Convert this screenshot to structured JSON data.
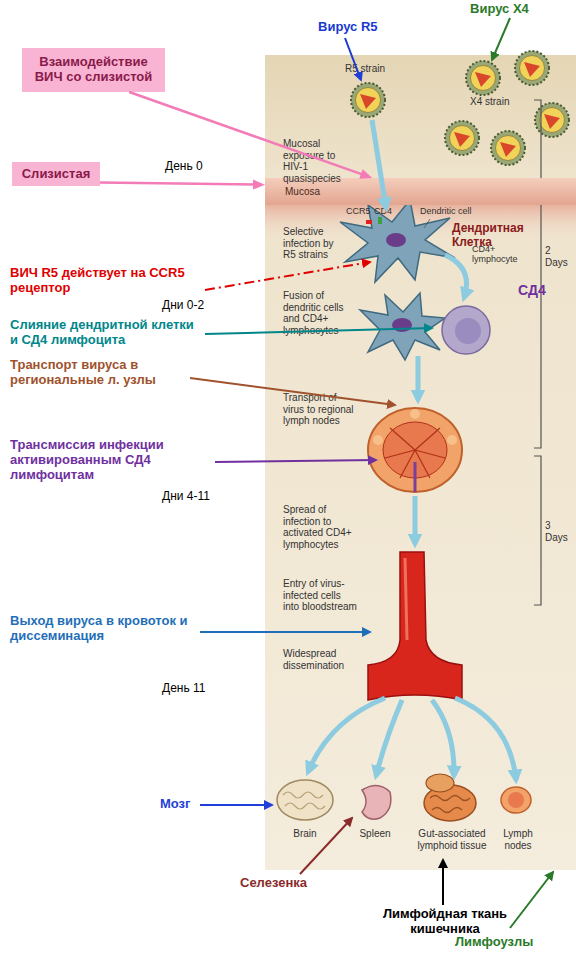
{
  "diagram": {
    "nodes": [
      {
        "text": [
          "Взаимодействие ВИЧ со слизистой"
        ]
      },
      {
        "text": [
          "Слизистая"
        ]
      },
      {
        "text": [
          "Mucosa"
        ]
      }
    ],
    "edges": [
      {
        "from": 0,
        "to": 2,
        "arrow": "to"
      },
      {
        "from": 1,
        "to": 2,
        "arrow": "to"
      }
    ],
    "labels": [
      "Вирус X4",
      "Вирус R5",
      "R5 strain",
      "X4 strain",
      "Mucosal exposure to HIV-1 quasispecies",
      "День 0",
      "CCR5",
      "CD4",
      "Dendritic cell",
      "Дендритная Клетка",
      "Selective infection by R5 strains",
      "CD4+ lymphocyte",
      "2 Days",
      "ВИЧ R5 действует на CCR5 рецептор",
      "СД4",
      "Дни 0-2",
      "Fusion of dendritic cells and CD4+ lymphocytes",
      "Слияние дендритной клетки и СД4 лимфоцита",
      "Транспорт вируса в региональные л. узлы",
      "Transport of virus to regional lymph nodes",
      "Трансмиссия инфекции активированным СД4 лимфоцитам",
      "Дни 4-11",
      "Spread of infection to activated CD4+ lymphocytes",
      "3 Days",
      "Entry of virus-infected cells into bloodstream",
      "Выход вируса в кровоток и диссеминация",
      "Widespread dissemination",
      "День 11",
      "Мозг",
      "Brain",
      "Spleen",
      "Gut-associated lymphoid tissue",
      "Lymph nodes",
      "Селезенка",
      "Лимфойдная ткань кишечника",
      "Лимфоузлы"
    ]
  }
}
